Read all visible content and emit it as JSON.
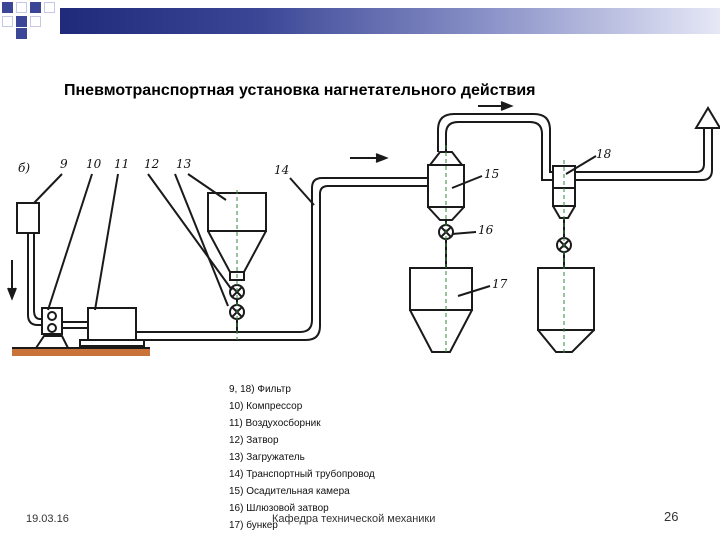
{
  "header": {
    "title": "Пневмотранспортная установка нагнетательного действия"
  },
  "diagram": {
    "variant_label": "б)",
    "callouts": [
      "9",
      "10",
      "11",
      "12",
      "13",
      "14",
      "15",
      "16",
      "17",
      "18"
    ]
  },
  "legend": {
    "items": [
      "9, 18) Фильтр",
      "10) Компрессор",
      "11) Воздухосборник",
      "12) Затвор",
      "13) Загружатель",
      "14) Транспортный трубопровод",
      "15) Осадительная камера",
      "16) Шлюзовой затвор",
      "17) бункер"
    ]
  },
  "footer": {
    "date": "19.03.16",
    "department": "Кафедра технической механики",
    "page": "26"
  },
  "colors": {
    "bar_dark": "#1f2a7a",
    "bar_light": "#e6e8f6",
    "square": "#3b4796",
    "ground": "#c9733a"
  }
}
